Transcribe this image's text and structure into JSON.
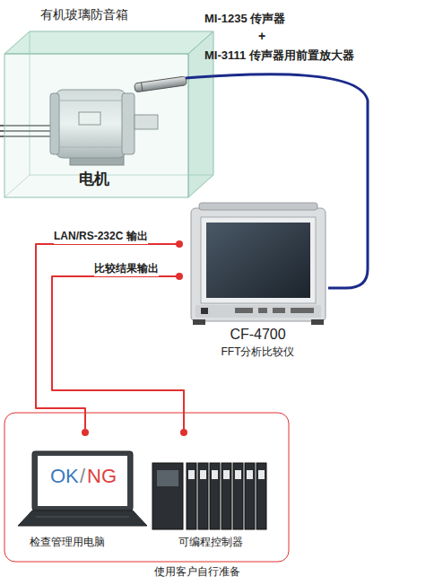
{
  "diagram": {
    "nodes": [
      {
        "text": [
          "有机玻璃防音箱"
        ]
      },
      {
        "text": [
          "电机"
        ],
        "in": 0
      },
      {
        "text": [
          "CF-4700",
          "FFT分析比较仪"
        ]
      },
      {
        "text": [
          "使用客户自行准备"
        ]
      },
      {
        "text": [
          "OK",
          "/",
          "NG",
          "检查管理用电脑"
        ],
        "in": 3
      },
      {
        "text": [
          "可编程控制器"
        ],
        "in": 3
      }
    ],
    "edges": [
      {
        "from": 2,
        "to": 4,
        "label": "LAN/RS-232C 输出",
        "arrow": "none"
      },
      {
        "from": 2,
        "to": 5,
        "label": "比较结果输出",
        "arrow": "none"
      }
    ],
    "labels": [
      "MI-1235 传声器",
      "+",
      "MI-3111 传声器用前置放大器"
    ]
  }
}
